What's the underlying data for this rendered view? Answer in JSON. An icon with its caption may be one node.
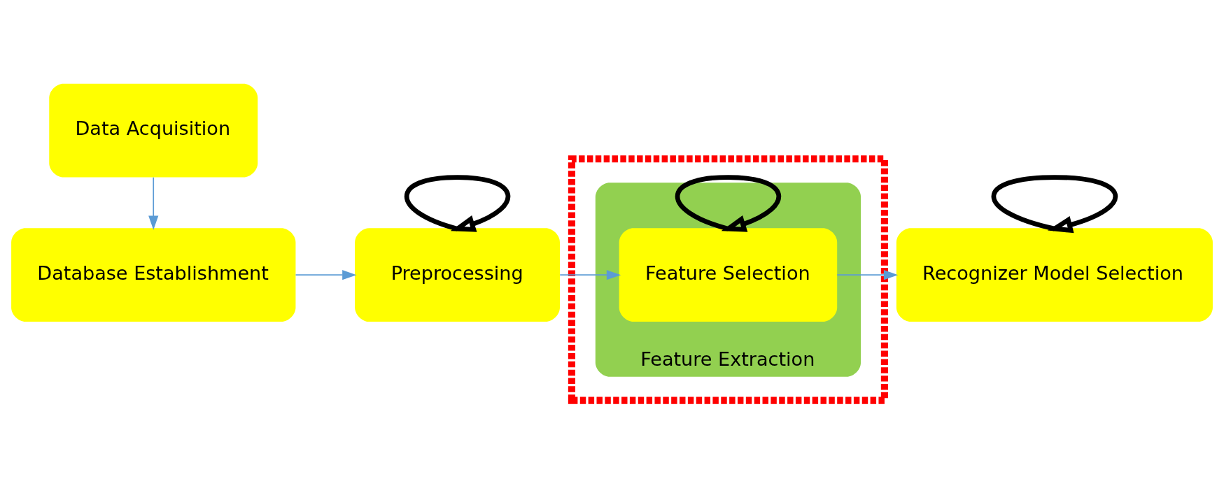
{
  "diagram": {
    "nodes": [
      {
        "text": [
          "Data Acquisition"
        ]
      },
      {
        "text": [
          "Database Establishment"
        ]
      },
      {
        "text": [
          "Preprocessing"
        ]
      },
      {
        "text": [],
        "shape": "box"
      },
      {
        "text": [
          "Feature Extraction"
        ],
        "in": 3
      },
      {
        "text": [
          "Feature Selection"
        ],
        "in": 4
      },
      {
        "text": [
          "Recognizer Model Selection"
        ]
      }
    ],
    "edges": [
      {
        "from": 0,
        "to": 1,
        "arrow": "to"
      },
      {
        "from": 1,
        "to": 2,
        "arrow": "to"
      },
      {
        "from": 2,
        "to": 5,
        "arrow": "to"
      },
      {
        "from": 5,
        "to": 6,
        "arrow": "to"
      },
      {
        "from": 2,
        "to": 2,
        "arrow": "to",
        "style": "thick",
        "color": "#000000"
      },
      {
        "from": 5,
        "to": 5,
        "arrow": "to",
        "style": "thick",
        "color": "#000000"
      },
      {
        "from": 6,
        "to": 6,
        "arrow": "to",
        "style": "thick",
        "color": "#000000"
      }
    ]
  }
}
